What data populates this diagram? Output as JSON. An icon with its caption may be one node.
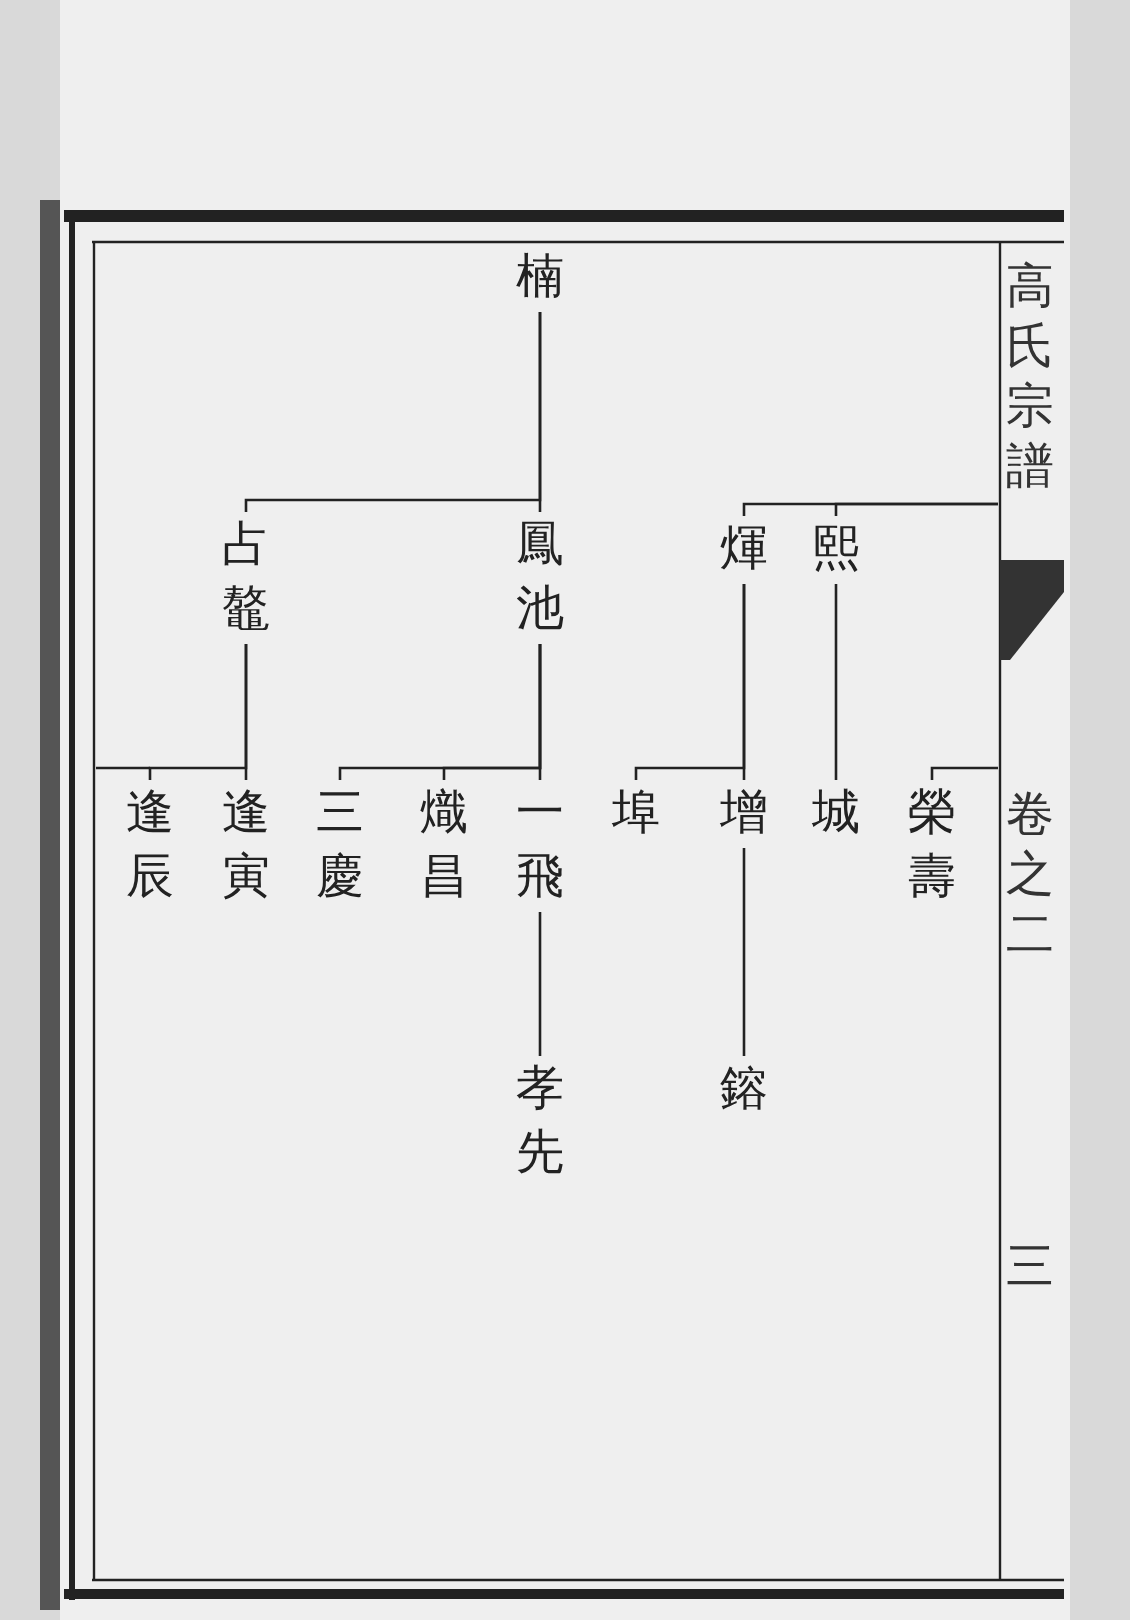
{
  "diagram": {
    "nodes": [
      {
        "text": [
          "楠"
        ]
      },
      {
        "text": [
          "煇"
        ]
      },
      {
        "text": [
          "熙"
        ]
      },
      {
        "text": [
          "占鼇"
        ]
      },
      {
        "text": [
          "鳳池"
        ]
      },
      {
        "text": [
          "榮壽"
        ]
      },
      {
        "text": [
          "城"
        ]
      },
      {
        "text": [
          "增"
        ]
      },
      {
        "text": [
          "埠"
        ]
      },
      {
        "text": [
          "一飛"
        ]
      },
      {
        "text": [
          "熾昌"
        ]
      },
      {
        "text": [
          "三慶"
        ]
      },
      {
        "text": [
          "逢寅"
        ]
      },
      {
        "text": [
          "逢辰"
        ]
      },
      {
        "text": [
          "鎔"
        ]
      },
      {
        "text": [
          "孝先"
        ]
      }
    ],
    "edges": [
      {
        "from": 0,
        "to": 4,
        "arrow": "none"
      },
      {
        "from": 0,
        "to": 3,
        "arrow": "none"
      },
      {
        "from": null,
        "to": 1,
        "arrow": "none"
      },
      {
        "from": null,
        "to": 2,
        "arrow": "none"
      },
      {
        "from": 3,
        "to": 12,
        "arrow": "none"
      },
      {
        "from": 3,
        "to": 13,
        "arrow": "none"
      },
      {
        "from": 4,
        "to": 9,
        "arrow": "none"
      },
      {
        "from": 4,
        "to": 10,
        "arrow": "none"
      },
      {
        "from": 4,
        "to": 11,
        "arrow": "none"
      },
      {
        "from": 1,
        "to": 7,
        "arrow": "none"
      },
      {
        "from": 1,
        "to": 8,
        "arrow": "none"
      },
      {
        "from": 2,
        "to": 6,
        "arrow": "none"
      },
      {
        "from": null,
        "to": 5,
        "arrow": "none"
      },
      {
        "from": 9,
        "to": 15,
        "arrow": "none"
      },
      {
        "from": 7,
        "to": 14,
        "arrow": "none"
      }
    ],
    "labels": [
      "高氏宗譜",
      "卷之二",
      "三"
    ]
  }
}
